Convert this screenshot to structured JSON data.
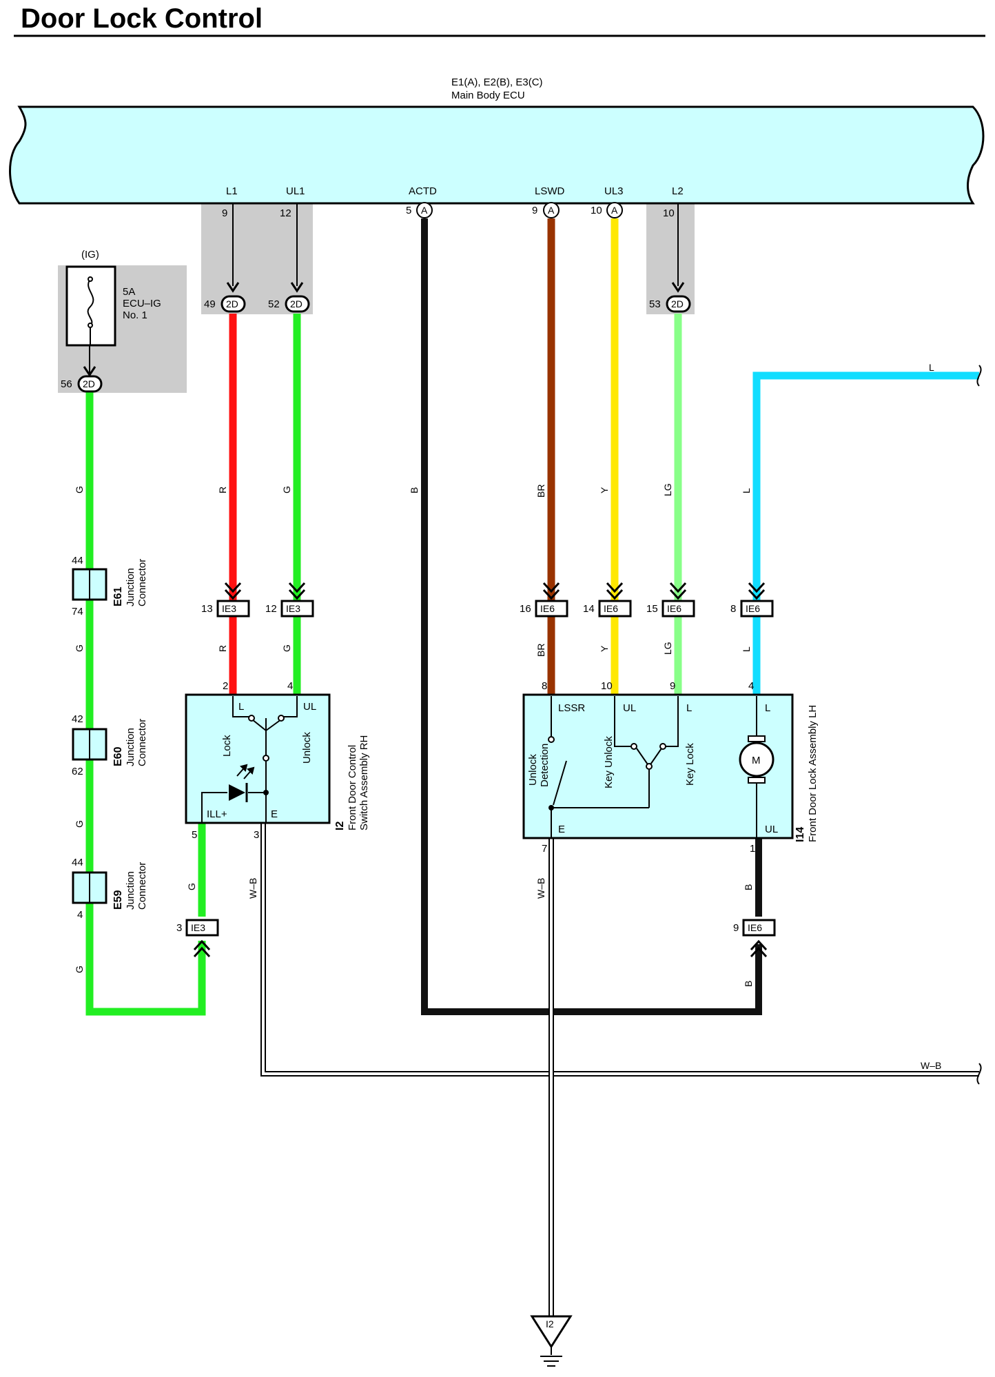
{
  "title": "Door Lock Control",
  "ecu": {
    "id": "E1(A), E2(B), E3(C)",
    "name": "Main Body ECU"
  },
  "ecu_pins": [
    {
      "signal": "L1",
      "pin": "9",
      "conn": ""
    },
    {
      "signal": "UL1",
      "pin": "12",
      "conn": ""
    },
    {
      "signal": "ACTD",
      "pin": "5",
      "conn": "A"
    },
    {
      "signal": "LSWD",
      "pin": "9",
      "conn": "A"
    },
    {
      "signal": "UL3",
      "pin": "10",
      "conn": "A"
    },
    {
      "signal": "L2",
      "pin": "10",
      "conn": ""
    }
  ],
  "fuse": {
    "circuit": "(IG)",
    "rating": "5A",
    "name1": "ECU–IG",
    "name2": "No. 1"
  },
  "connectors_2d": [
    {
      "pin": "56",
      "label": "2D"
    },
    {
      "pin": "49",
      "label": "2D"
    },
    {
      "pin": "52",
      "label": "2D"
    },
    {
      "pin": "53",
      "label": "2D"
    }
  ],
  "junctions": [
    {
      "id": "E61",
      "name1": "Junction",
      "name2": "Connector",
      "pin_top": "44",
      "pin_bottom": "74"
    },
    {
      "id": "E60",
      "name1": "Junction",
      "name2": "Connector",
      "pin_top": "42",
      "pin_bottom": "62"
    },
    {
      "id": "E59",
      "name1": "Junction",
      "name2": "Connector",
      "pin_top": "44",
      "pin_bottom": "4"
    }
  ],
  "ie_connectors": [
    {
      "pin": "13",
      "label": "IE3"
    },
    {
      "pin": "12",
      "label": "IE3"
    },
    {
      "pin": "16",
      "label": "IE6"
    },
    {
      "pin": "14",
      "label": "IE6"
    },
    {
      "pin": "15",
      "label": "IE6"
    },
    {
      "pin": "8",
      "label": "IE6"
    },
    {
      "pin": "3",
      "label": "IE3"
    },
    {
      "pin": "9",
      "label": "IE6"
    }
  ],
  "wire_colors": {
    "G": "G",
    "R": "R",
    "B": "B",
    "BR": "BR",
    "Y": "Y",
    "LG": "LG",
    "L": "L",
    "WB": "W–B"
  },
  "switch_rh": {
    "id": "I2",
    "name1": "Front Door Control",
    "name2": "Switch Assembly RH",
    "term_l": "L",
    "term_ul": "UL",
    "term_ill": "ILL+",
    "term_e": "E",
    "lock": "Lock",
    "unlock": "Unlock",
    "pin_l": "2",
    "pin_ul": "4",
    "pin_ill": "5",
    "pin_e": "3"
  },
  "lock_lh": {
    "id": "I14",
    "name": "Front Door Lock Assembly LH",
    "term_lssr": "LSSR",
    "term_ul": "UL",
    "term_l": "L",
    "term_l2": "L",
    "term_e": "E",
    "term_ul2": "UL",
    "unlock_det1": "Unlock",
    "unlock_det2": "Detection",
    "key_unlock": "Key Unlock",
    "key_lock": "Key Lock",
    "motor": "M",
    "pin_lssr": "8",
    "pin_ul": "10",
    "pin_l": "9",
    "pin_l2": "4",
    "pin_e": "7",
    "pin_ul2": "1"
  },
  "ground": {
    "label": "I2"
  },
  "colors": {
    "ecu_fill": "#ccffff",
    "gray_box": "#cccccc",
    "green": "#22ee22",
    "red": "#ff1111",
    "black": "#111111",
    "brown": "#993300",
    "yellow": "#ffe800",
    "light_green": "#88ff88",
    "blue": "#11ddff",
    "white_black": "#ffffff"
  }
}
